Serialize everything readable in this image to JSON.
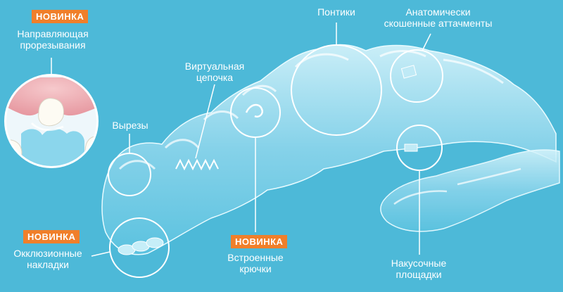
{
  "badges": {
    "new_top_left": "НОВИНКА",
    "new_bottom_left": "НОВИНКА",
    "new_bottom_center": "НОВИНКА"
  },
  "labels": {
    "eruption_guide": {
      "line1": "Направляющая",
      "line2": "прорезывания"
    },
    "virtual_chain": {
      "line1": "Виртуальная",
      "line2": "цепочка"
    },
    "pontics": {
      "line1": "Понтики"
    },
    "beveled_attachments": {
      "line1": "Анатомически",
      "line2": "скошенные аттачменты"
    },
    "cutouts": {
      "line1": "Вырезы"
    },
    "occlusal_pads": {
      "line1": "Окклюзионные",
      "line2": "накладки"
    },
    "builtin_hooks": {
      "line1": "Встроенные",
      "line2": "крючки"
    },
    "bite_ramps": {
      "line1": "Накусочные",
      "line2": "площадки"
    }
  },
  "colors": {
    "background": "#4db9d8",
    "badge": "#f07f2a",
    "text": "#ffffff",
    "aligner": "#a9e2f2"
  }
}
